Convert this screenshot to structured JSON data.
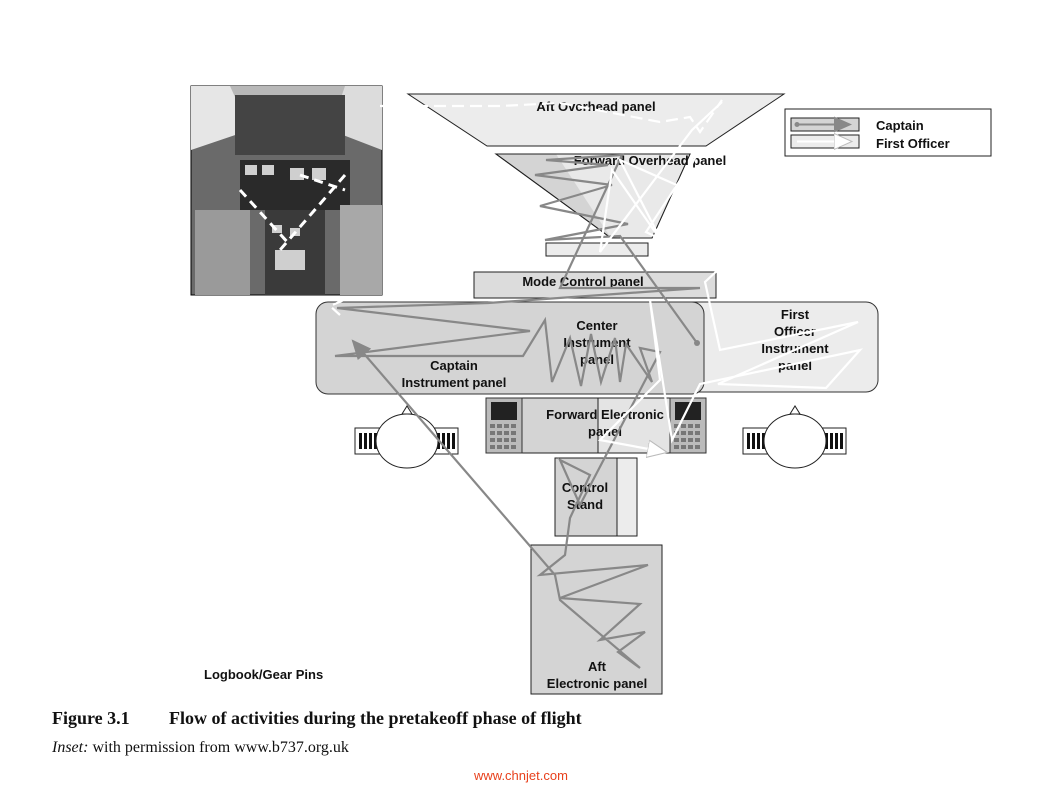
{
  "labels": {
    "aft_overhead": "Aft Overhead panel",
    "forward_overhead": "Forward Overhead panel",
    "mode_control": "Mode Control panel",
    "center_instrument": [
      "Center",
      "Instrument",
      "panel"
    ],
    "captain_instrument": [
      "Captain",
      "Instrument panel"
    ],
    "first_officer_instrument": [
      "First",
      "Officer",
      "Instrument",
      "panel"
    ],
    "forward_electronic": [
      "Forward Electronic",
      "panel"
    ],
    "control_stand": [
      "Control",
      "Stand"
    ],
    "aft_electronic": [
      "Aft",
      "Electronic panel"
    ],
    "logbook": "Logbook/Gear Pins"
  },
  "legend": {
    "captain": "Captain",
    "first_officer": "First Officer"
  },
  "caption": {
    "number": "Figure 3.1",
    "title": "Flow of activities during the pretakeoff phase of flight",
    "inset_label": "Inset:",
    "inset_text": " with permission from www.b737.org.uk"
  },
  "watermark": "www.chnjet.com",
  "colors": {
    "panel_fill": "#d4d4d4",
    "panel_fill_light": "#ececec",
    "captain_path": "#888888",
    "first_officer_path": "#ffffff",
    "watermark": "#e8401c"
  }
}
